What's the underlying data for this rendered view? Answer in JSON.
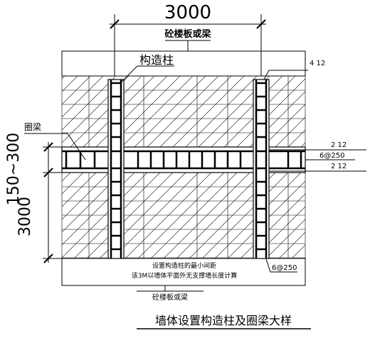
{
  "dimensions": {
    "top_width": "3000",
    "left_band_height": "150~300",
    "left_lower_height": "3000"
  },
  "labels": {
    "top_slab": "砼楼板或梁",
    "column": "构造柱",
    "ring_beam": "圈梁",
    "bottom_slab": "砼楼板或梁",
    "note_line1": "设置构造柱的最小间距",
    "note_line2": "该3M以墙体平面外无支撑墙长度计算",
    "title": "墙体设置构造柱及圈梁大样"
  },
  "rebar": {
    "column_main": "4  12",
    "beam_top": "2  12",
    "beam_stirrup": "6@250",
    "beam_bottom": "2  12",
    "column_stirrup": "6@250"
  }
}
